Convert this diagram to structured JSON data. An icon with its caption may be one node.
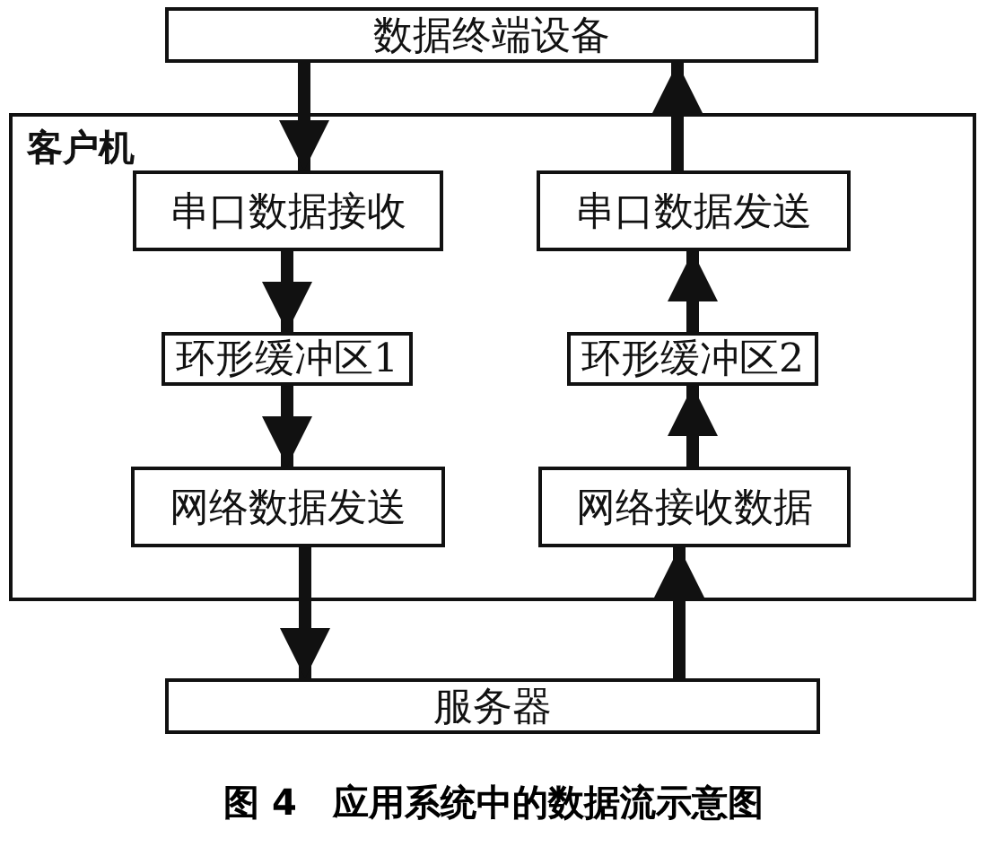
{
  "diagram": {
    "caption": "图 4　应用系统中的数据流示意图",
    "nodes": [
      {
        "text": [
          "数据终端设备"
        ]
      },
      {
        "text": [
          "客户机"
        ]
      },
      {
        "text": [
          "串口数据接收"
        ],
        "in": 1
      },
      {
        "text": [
          "串口数据发送"
        ],
        "in": 1
      },
      {
        "text": [
          "环形缓冲区1"
        ],
        "in": 1
      },
      {
        "text": [
          "环形缓冲区2"
        ],
        "in": 1
      },
      {
        "text": [
          "网络数据发送"
        ],
        "in": 1
      },
      {
        "text": [
          "网络接收数据"
        ],
        "in": 1
      },
      {
        "text": [
          "服务器"
        ]
      }
    ],
    "edges": [
      {
        "from": 0,
        "to": 2,
        "arrow": "to"
      },
      {
        "from": 2,
        "to": 4,
        "arrow": "to"
      },
      {
        "from": 4,
        "to": 6,
        "arrow": "to"
      },
      {
        "from": 6,
        "to": 8,
        "arrow": "to"
      },
      {
        "from": 8,
        "to": 7,
        "arrow": "to"
      },
      {
        "from": 7,
        "to": 5,
        "arrow": "to"
      },
      {
        "from": 5,
        "to": 3,
        "arrow": "to"
      },
      {
        "from": 3,
        "to": 0,
        "arrow": "to"
      }
    ]
  }
}
